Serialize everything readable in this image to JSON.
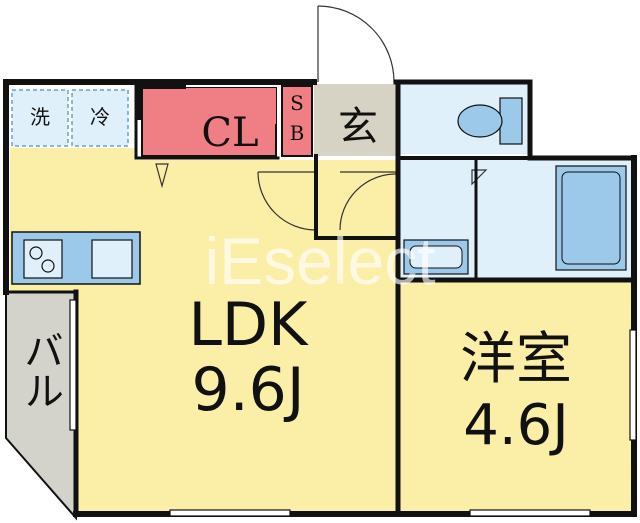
{
  "watermark": "iEselect",
  "rooms": {
    "ldk": {
      "name": "LDK",
      "size": "9.6J"
    },
    "western": {
      "name": "洋室",
      "size": "4.6J"
    },
    "closet": {
      "name": "CL"
    },
    "shoe_box": {
      "line1": "S",
      "line2": "B"
    },
    "entrance": {
      "name": "玄"
    },
    "balcony": {
      "name": "バル"
    },
    "washer": {
      "name": "洗"
    },
    "fridge": {
      "name": "冷"
    }
  },
  "colors": {
    "living_floor": "#fbeea6",
    "wet_area": "#dff0fb",
    "closet_red": "#f07f85",
    "entrance_gray": "#d6d2c4",
    "balcony_gray": "#d4d3cb",
    "fixture_blue": "#9cc8ea",
    "wall": "#111111"
  },
  "icons": [
    "washing-machine-icon",
    "refrigerator-icon",
    "toilet-icon",
    "bathtub-icon",
    "sink-icon",
    "kitchen-stove-icon",
    "door-swing-icon"
  ]
}
